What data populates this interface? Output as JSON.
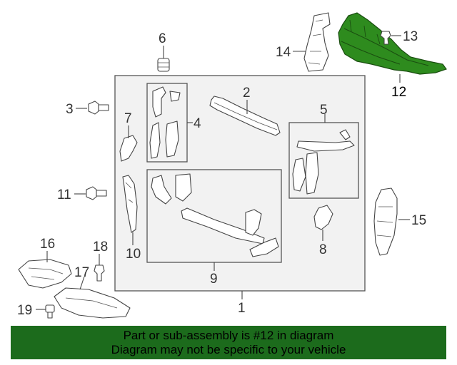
{
  "diagram": {
    "callouts": {
      "c1": "1",
      "c2": "2",
      "c3": "3",
      "c4": "4",
      "c5": "5",
      "c6": "6",
      "c7": "7",
      "c8": "8",
      "c9": "9",
      "c10": "10",
      "c11": "11",
      "c12": "12",
      "c13": "13",
      "c14": "14",
      "c15": "15",
      "c16": "16",
      "c17": "17",
      "c18": "18",
      "c19": "19"
    },
    "highlight_part": "12",
    "colors": {
      "highlight_fill": "#2e8b1e",
      "highlight_dark": "#1a4d10",
      "panel_fill": "#f2f2f2",
      "banner_bg": "#1c6b1c"
    }
  },
  "banner": {
    "line1": "Part or sub-assembly is #12 in diagram",
    "line2": "Diagram may not be specific to your vehicle"
  }
}
